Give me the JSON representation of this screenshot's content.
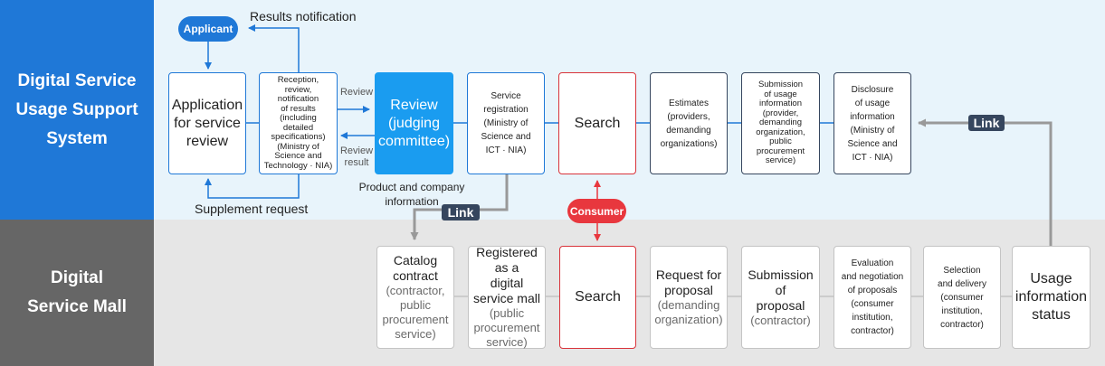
{
  "sidebar": {
    "top_label": "Digital Service\nUsage Support\nSystem",
    "bottom_label": "Digital\nService Mall"
  },
  "top_row": {
    "applicant": "Applicant",
    "results_notification": "Results notification",
    "supplement_request": "Supplement request",
    "application": "Application\nfor service\nreview",
    "reception": "Reception,\nreview,\nnotification\nof results\n(including\ndetailed\nspecifications)\n(Ministry of\nScience and\nTechnology · NIA)",
    "review_label": "Review",
    "review_result_label": "Review\nresult",
    "review_box": "Review\n(judging\ncommittee)",
    "service_registration": "Service\nregistration\n(Ministry of\nScience and\nICT · NIA)",
    "search": "Search",
    "estimates": "Estimates\n(providers,\ndemanding\norganizations)",
    "submission_usage": "Submission\nof usage\ninformation\n(provider,\ndemanding\norganization,\npublic\nprocurement\nservice)",
    "disclosure": "Disclosure\nof usage\ninformation\n(Ministry of\nScience and\nICT · NIA)",
    "product_company_info": "Product and company\ninformation",
    "link_left": "Link",
    "link_right": "Link",
    "consumer": "Consumer"
  },
  "bottom_row": {
    "catalog_title": "Catalog\ncontract",
    "catalog_sub": "(contractor,\npublic\nprocurement\nservice)",
    "registered_title": "Registered\nas a\ndigital\nservice mall",
    "registered_sub": "(public\nprocurement\nservice)",
    "search": "Search",
    "request_title": "Request for\nproposal",
    "request_sub": "(demanding\norganization)",
    "submission_title": "Submission\nof\nproposal",
    "submission_sub": "(contractor)",
    "evaluation": "Evaluation\nand negotiation\nof proposals\n(consumer\ninstitution,\ncontractor)",
    "selection": "Selection\nand delivery\n(consumer\ninstitution,\ncontractor)",
    "usage_status": "Usage\ninformation\nstatus"
  },
  "colors": {
    "blue": "#1f78d7",
    "highlight": "#1a9cf0",
    "dark": "#36465e",
    "red": "#e8373e",
    "grey": "#666666"
  }
}
